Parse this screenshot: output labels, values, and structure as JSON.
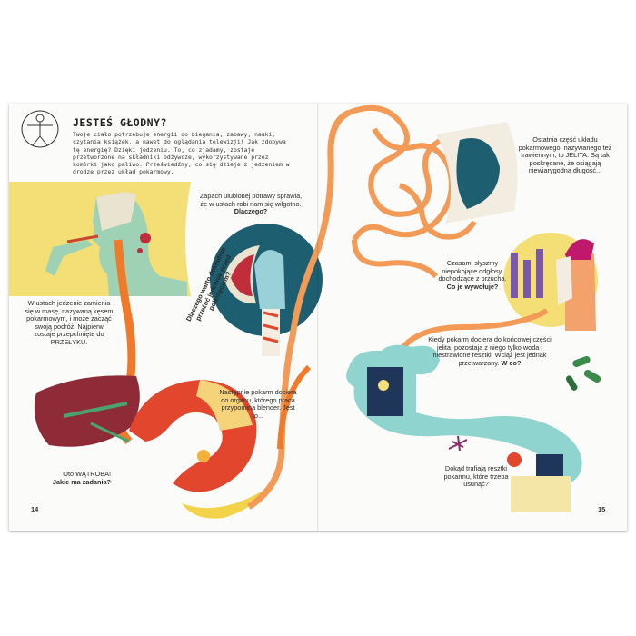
{
  "left_page": {
    "title": "JESTEŚ GŁODNY?",
    "intro": "Twoje ciało potrzebuje energii do biegania, zabawy, nauki, czytania książek, a nawet do oglądania telewizji! Jak zdobywa tę energię? Dzięki jedzeniu. To, co zjadamy, zostaje przetworzone na składniki odżywcze, wykorzystywane przez komórki jako paliwo. Przeświedźmy, co się dzieje z jedzeniem w drodze przez układ pokarmowy.",
    "saliva": "Zapach ulubionej potrawy sprawia, że w ustach robi nam się wilgotno.",
    "saliva_q": "Dlaczego?",
    "chew": "Dlaczego warto dokładnie przeżuć jedzenie przed połknięciem?",
    "mouth": "W ustach jedzenie zamienia się w masę, nazywaną kęsem pokarmowym, i może zacząć swoją podróż. Najpierw zostaje przepchnięte do PRZEŁYKU.",
    "stomach": "Następnie pokarm dociera do organu, którego praca przypomina blender. Jest to...",
    "liver": "Oto WĄTROBA!",
    "liver_q": "Jakie ma zadania?",
    "page_number": "14"
  },
  "right_page": {
    "intestine": "Ostatnia część układu pokarmowego, nazywanego też trawiennym, to JELITA. Są tak poskręcane, że osiągają niewiarygodną długość...",
    "burp": "Czasami słyszmy niepokojące odgłosy, dochodzące z brzucha.",
    "burp_q": "Co je wywołuje?",
    "colon": "Kiedy pokarm dociera do końcowej części jelita, pozostają z niego tylko woda i niestrawione resztki. Wciąż jest jednak przetwarzany.",
    "colon_q": "W co?",
    "waste": "Dokąd trafiają resztki pokarmu, które trzeba usunąć?",
    "page_number": "15"
  },
  "colors": {
    "esophagus": "#f07a2a",
    "intestine": "#f29a56",
    "teal_circle": "#1d5f70",
    "yellow": "#f3df76",
    "liver": "#8e2b36",
    "stomach": "#e2462c",
    "colon": "#8fd4cf",
    "navy": "#1f3559"
  },
  "icons": [
    "vitruvian-man-icon",
    "pill-icon",
    "bacteria-icon"
  ]
}
